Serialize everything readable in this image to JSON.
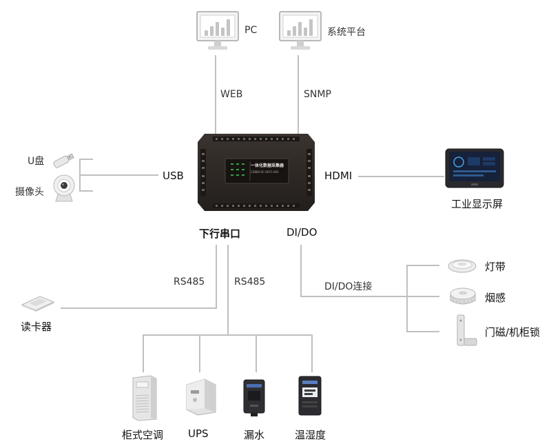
{
  "top": {
    "pc_label": "PC",
    "snmp_platform_label": "系统平台",
    "web_label": "WEB",
    "snmp_label": "SNMP"
  },
  "left": {
    "udisk_label": "U盘",
    "camera_label": "摄像头",
    "usb_label": "USB"
  },
  "right": {
    "hdmi_label": "HDMI",
    "panel_label": "工业显示屏"
  },
  "device": {
    "name": "一体化数据采集器",
    "model": "C2800-SC-007C-A01"
  },
  "ports": {
    "serial_label": "下行串口",
    "dido_label": "DI/DO"
  },
  "serial": {
    "rs485_left": "RS485",
    "rs485_right": "RS485",
    "card_reader": "读卡器",
    "aircon": "柜式空调",
    "ups": "UPS",
    "leak": "漏水",
    "temp_humidity": "温湿度"
  },
  "dido": {
    "connect_label": "DI/DO连接",
    "light_strip": "灯带",
    "smoke": "烟感",
    "door_lock": "门磁/机柜锁"
  },
  "colors": {
    "line": "#bfbfbf",
    "device_body": "#2b2623",
    "led_green": "#3aa04a"
  }
}
